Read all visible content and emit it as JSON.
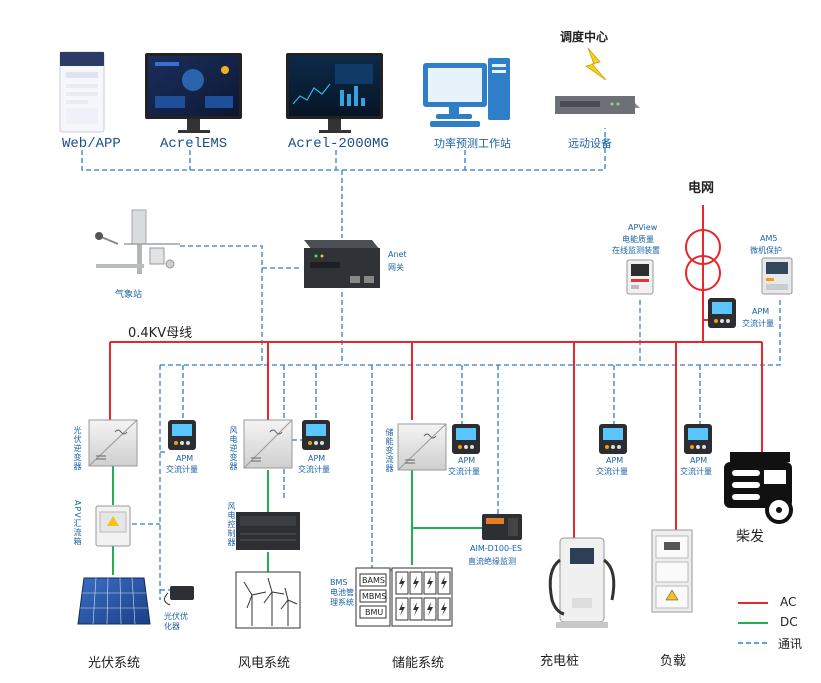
{
  "top": {
    "dispatch_center": "调度中心",
    "web_app": "Web/APP",
    "acrel_ems": "AcrelEMS",
    "acrel_mg": "Acrel-2000MG",
    "forecast_station": "功率预测工作站",
    "telecontrol": "远动设备"
  },
  "grid": {
    "label": "电网"
  },
  "weather": {
    "label": "气象站"
  },
  "gateway": {
    "line1": "Anet",
    "line2": "网关"
  },
  "apview": {
    "line1": "APView",
    "line2": "电能质量",
    "line3": "在线监测装置"
  },
  "am5": {
    "line1": "AM5",
    "line2": "微机保护"
  },
  "apm_main": {
    "line1": "APM",
    "line2": "交流计量"
  },
  "bus": {
    "label": "0.4KV母线"
  },
  "pv": {
    "inverter": "光伏逆变器",
    "meter": {
      "line1": "APM",
      "line2": "交流计量"
    },
    "combiner": "APV汇流箱",
    "optimizer": "光伏优化器",
    "system": "光伏系统"
  },
  "wind": {
    "inverter": "风电逆变器",
    "meter": {
      "line1": "APM",
      "line2": "交流计量"
    },
    "controller": "风电控制器",
    "system": "风电系统"
  },
  "storage": {
    "converter": "储能变流器",
    "meter": {
      "line1": "APM",
      "line2": "交流计量"
    },
    "bms": "BMS电池管理系统",
    "bams": "BAMS",
    "mbms": "MBMS",
    "bmu": "BMU",
    "aim_model": "AIM-D100-ES",
    "aim_desc": "直流绝缘监测",
    "system": "储能系统"
  },
  "charger": {
    "meter": {
      "line1": "APM",
      "line2": "交流计量"
    },
    "system": "充电桩"
  },
  "load": {
    "meter": {
      "line1": "APM",
      "line2": "交流计量"
    },
    "system": "负载"
  },
  "diesel": {
    "label": "柴发"
  },
  "legend": {
    "ac": "AC",
    "dc": "DC",
    "comm": "通讯"
  },
  "colors": {
    "ac": "#e8262b",
    "dc": "#22b14c",
    "comm": "#2f7fc8"
  }
}
